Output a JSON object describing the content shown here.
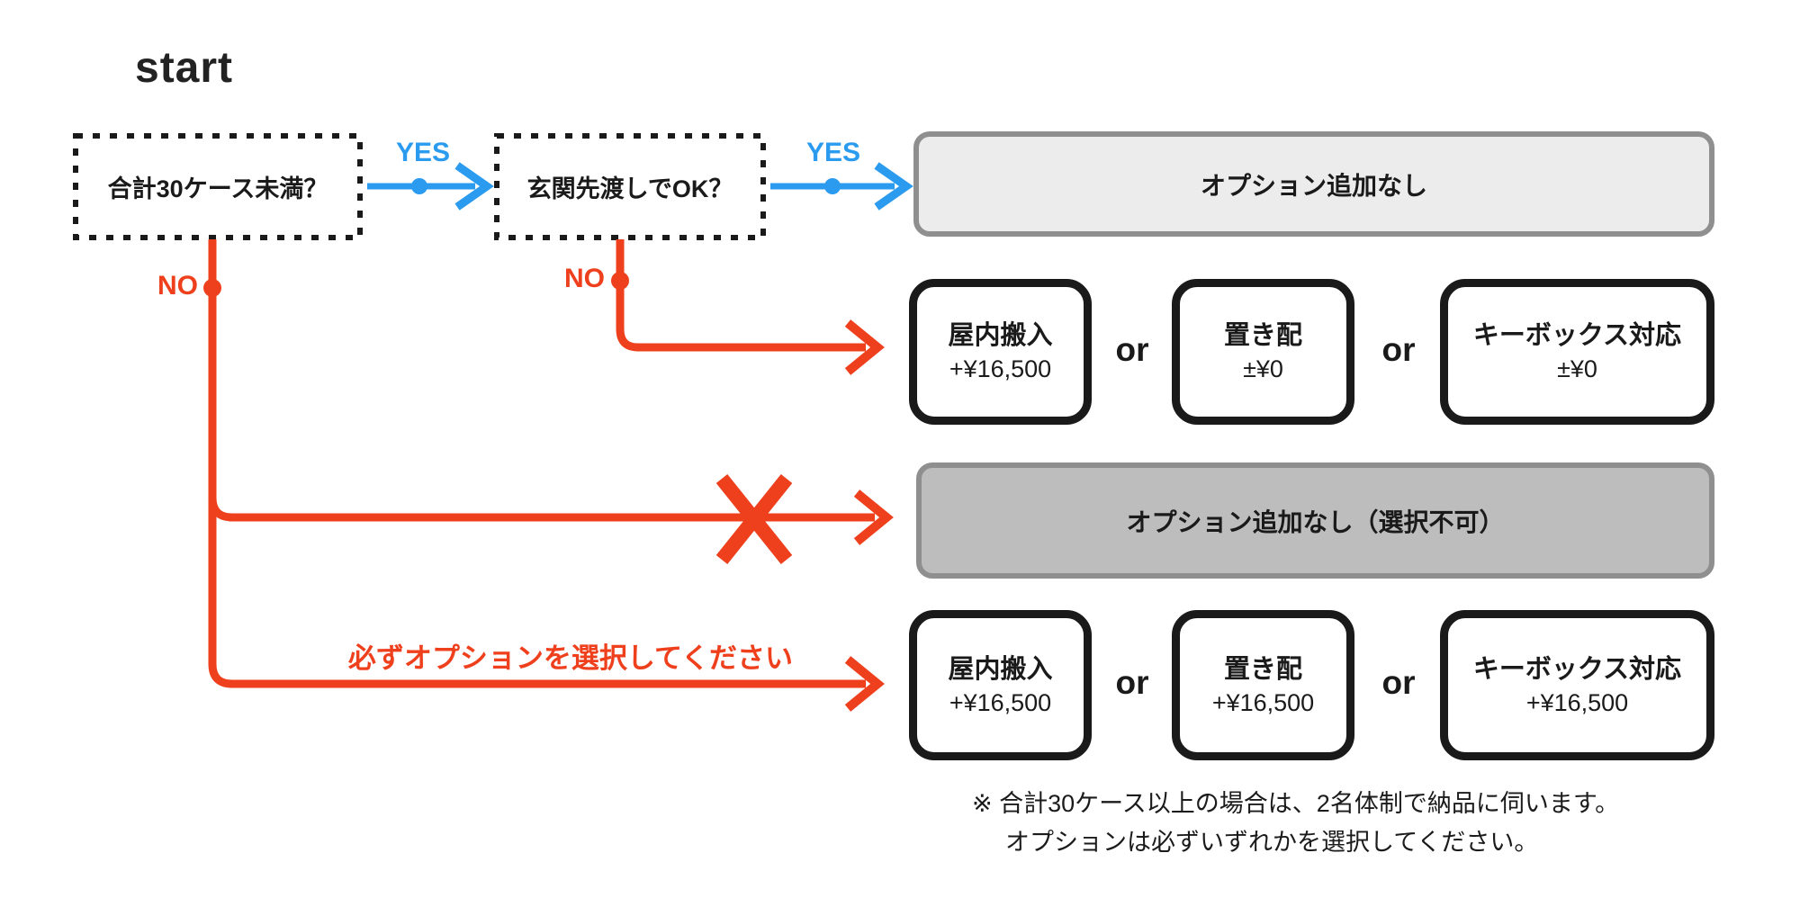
{
  "title": "start",
  "labels": {
    "yes": "YES",
    "no": "NO",
    "or": "or"
  },
  "questions": {
    "q1": "合計30ケース未満？",
    "q2": "玄関先渡しでOK？"
  },
  "results": {
    "no_option": "オプション追加なし",
    "no_option_disabled": "オプション追加なし（選択不可）"
  },
  "options_row_small": [
    {
      "title": "屋内搬入",
      "price": "+¥16,500"
    },
    {
      "title": "置き配",
      "price": "±¥0"
    },
    {
      "title": "キーボックス対応",
      "price": "±¥0"
    }
  ],
  "options_row_large": [
    {
      "title": "屋内搬入",
      "price": "+¥16,500"
    },
    {
      "title": "置き配",
      "price": "+¥16,500"
    },
    {
      "title": "キーボックス対応",
      "price": "+¥16,500"
    }
  ],
  "instruction": "必ずオプションを選択してください",
  "footnote": {
    "line1": "※ 合計30ケース以上の場合は、2名体制で納品に伺います。",
    "line2": "オプションは必ずいずれかを選択してください。"
  },
  "colors": {
    "blue": "#2b9bf0",
    "red": "#ef401d",
    "gray_border": "#8f8f8f",
    "light_gray_fill": "#ececec",
    "dark_gray_fill": "#bdbdbd",
    "black": "#1a1a1a"
  }
}
